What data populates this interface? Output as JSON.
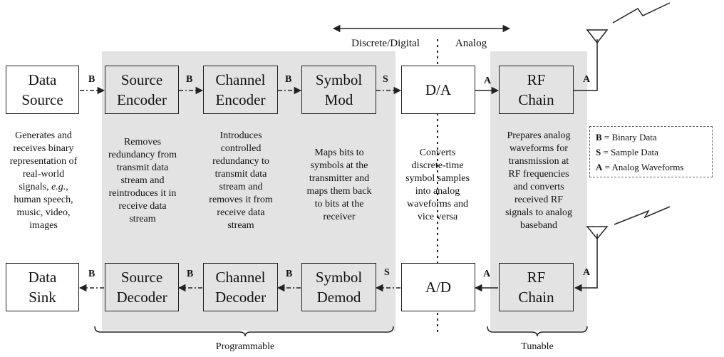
{
  "header": {
    "left_label": "Discrete/Digital",
    "right_label": "Analog"
  },
  "blocks": {
    "data_source": "Data\nSource",
    "source_encoder": "Source\nEncoder",
    "channel_encoder": "Channel\nEncoder",
    "symbol_mod": "Symbol\nMod",
    "da": "D/A",
    "rf_tx": "RF\nChain",
    "data_sink": "Data\nSink",
    "source_decoder": "Source\nDecoder",
    "channel_decoder": "Channel\nDecoder",
    "symbol_demod": "Symbol\nDemod",
    "ad": "A/D",
    "rf_rx": "RF\nChain"
  },
  "descriptions": {
    "data": "Generates and\nreceives binary\nrepresentation of\nreal-world\nsignals, e.g.,\nhuman speech,\nmusic, video,\nimages",
    "source": "Removes\nredundancy from\ntransmit data\nstream and\nreintroduces it in\nreceive data\nstream",
    "channel": "Introduces\ncontrolled\nredundancy to\ntransmit data\nstream and\nremoves it from\nreceive data\nstream",
    "symbol": "Maps bits to\nsymbols at the\ntransmitter and\nmaps them back\nto bits at the\nreceiver",
    "converter": "Converts\ndiscrete-time\nsymbol samples\ninto analog\nwaveforms and\nvice versa",
    "rf": "Prepares analog\nwaveforms for\ntransmission at\nRF frequencies\nand converts\nreceived RF\nsignals to analog\nbaseband"
  },
  "links": {
    "b": "B",
    "s": "S",
    "a": "A"
  },
  "legend": [
    {
      "key": "B",
      "text": " = Binary Data"
    },
    {
      "key": "S",
      "text": " = Sample Data"
    },
    {
      "key": "A",
      "text": " = Analog Waveforms"
    }
  ],
  "footer": {
    "programmable": "Programmable",
    "tunable": "Tunable"
  }
}
